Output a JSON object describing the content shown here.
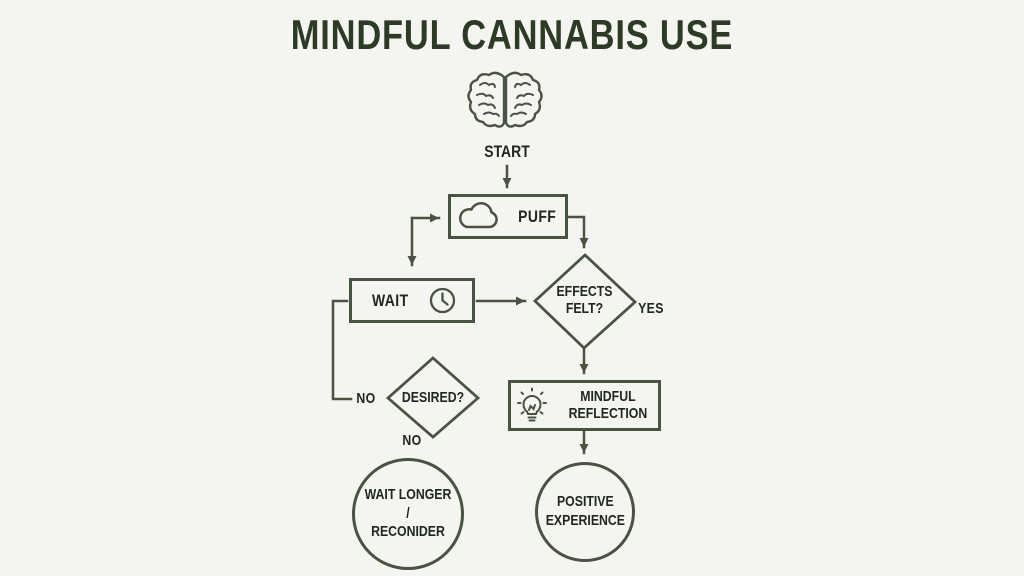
{
  "colors": {
    "background": "#f4f5f0",
    "line": "#4a5243",
    "ink": "#20271d",
    "title": "#2d3a26"
  },
  "title": "MINDFUL CANNABIS USE",
  "flowchart": {
    "start_label": "START",
    "start_icon": "brain-icon",
    "nodes": {
      "puff": {
        "label": "PUFF",
        "icon": "cloud-icon"
      },
      "wait": {
        "label": "WAIT",
        "icon": "clock-icon"
      },
      "effects": {
        "line1": "EFFECTS",
        "line2": "FELT?"
      },
      "desired": {
        "label": "DESIRED?"
      },
      "mindful": {
        "line1": "MINDFUL",
        "line2": "REFLECTION",
        "icon": "lightbulb-icon"
      },
      "positive": {
        "line1": "POSITIVE",
        "line2": "EXPERIENCE"
      },
      "wait_longer": {
        "line1": "WAIT LONGER /",
        "line2": "RECONIDER"
      }
    },
    "edge_labels": {
      "yes": "YES",
      "no_left": "NO",
      "no_bottom": "NO"
    }
  }
}
